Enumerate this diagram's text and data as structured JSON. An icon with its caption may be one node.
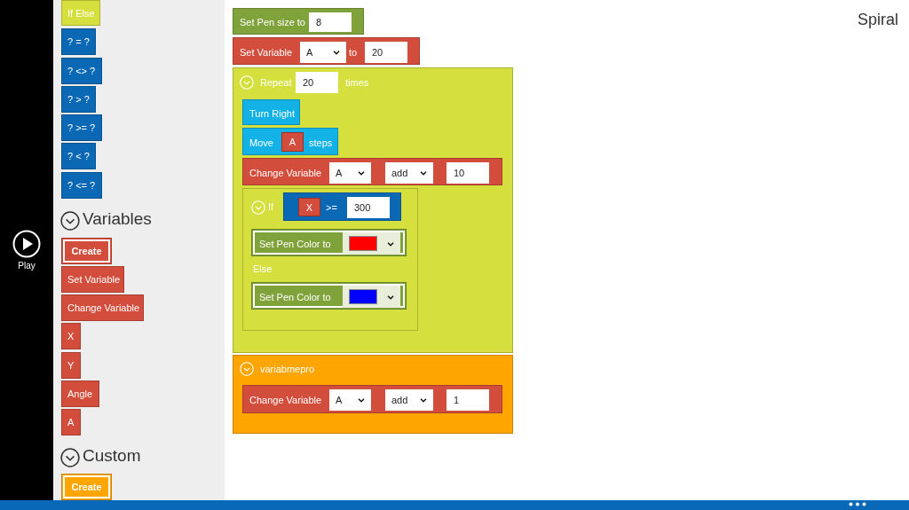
{
  "diagram": {
    "title": "Spiral",
    "nodes": [
      {
        "text": [
          "If Else"
        ]
      },
      {
        "text": [
          "? = ?"
        ]
      },
      {
        "text": [
          "? <> ?"
        ]
      },
      {
        "text": [
          "? > ?"
        ]
      },
      {
        "text": [
          "? >= ?"
        ]
      },
      {
        "text": [
          "? < ?"
        ]
      },
      {
        "text": [
          "? <= ?"
        ]
      },
      {
        "text": [
          "Create"
        ]
      },
      {
        "text": [
          "Set Variable"
        ]
      },
      {
        "text": [
          "Change Variable"
        ]
      },
      {
        "text": [
          "X"
        ]
      },
      {
        "text": [
          "Y"
        ]
      },
      {
        "text": [
          "Angle"
        ]
      },
      {
        "text": [
          "A"
        ]
      },
      {
        "text": [
          "Create"
        ]
      },
      {
        "text": [
          "Set Pen size to",
          "8"
        ]
      },
      {
        "text": [
          "Set Variable",
          "A",
          "to",
          "20"
        ]
      },
      {
        "text": [
          "Repeat",
          "20",
          "times"
        ]
      },
      {
        "text": [
          "Turn Right"
        ],
        "in": 17
      },
      {
        "text": [
          "Move",
          "A",
          "steps"
        ],
        "in": 17
      },
      {
        "text": [
          "Change Variable",
          "A",
          "add",
          "10"
        ],
        "in": 17
      },
      {
        "text": [
          "If",
          "Else"
        ],
        "in": 17
      },
      {
        "text": [
          "X",
          ">=",
          "300"
        ],
        "in": 21
      },
      {
        "text": [
          "Set Pen Color to"
        ],
        "in": 21
      },
      {
        "text": [
          "Set Pen Color to"
        ],
        "in": 21
      },
      {
        "text": [
          "variabmepro"
        ]
      },
      {
        "text": [
          "Change Variable",
          "A",
          "add",
          "1"
        ],
        "in": 25
      }
    ],
    "labels": [
      "Play",
      "Variables",
      "Custom"
    ]
  }
}
